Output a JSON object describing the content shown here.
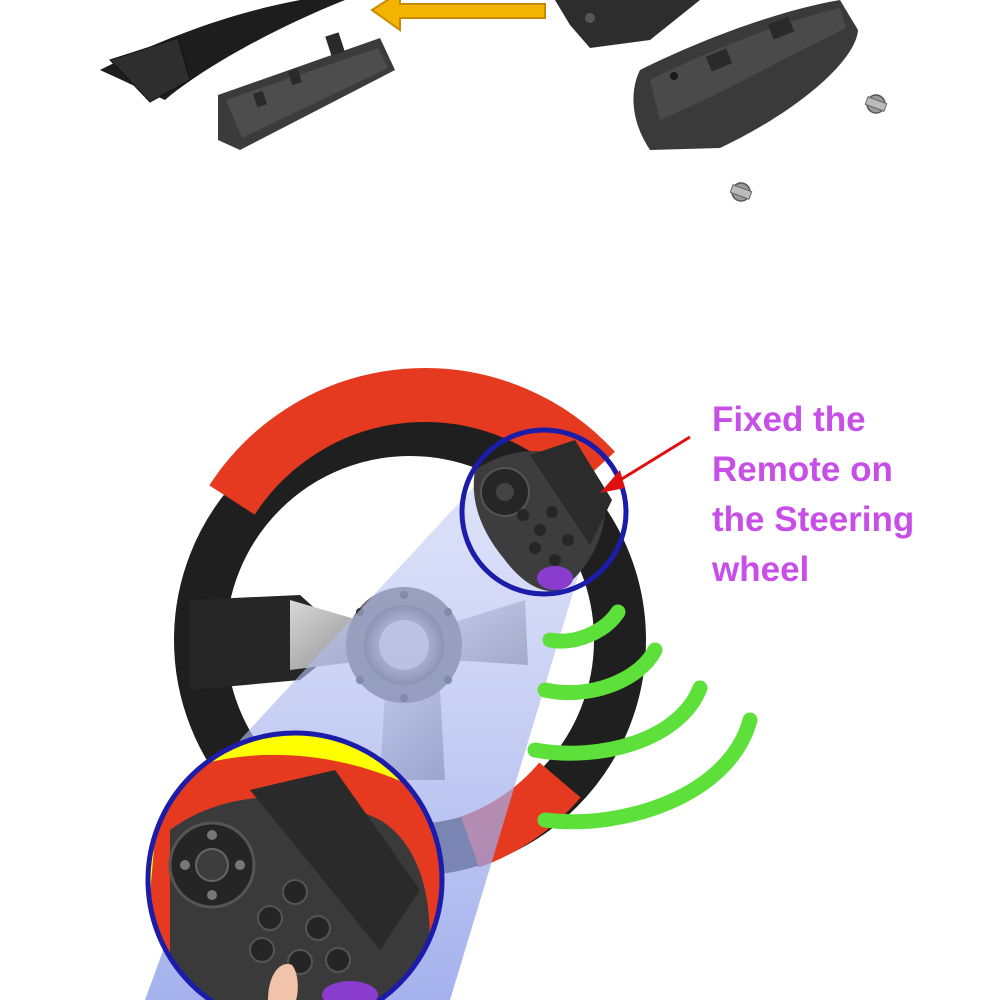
{
  "caption": {
    "lines": [
      "Fixed the",
      "Remote on",
      "the Steering",
      "wheel"
    ],
    "color": "#c84ee8"
  },
  "colors": {
    "wheel_red": "#e53a1f",
    "wheel_black": "#1f1f1f",
    "highlight_ring": "#1c1caa",
    "pointer_arrow": "#e01010",
    "assembly_arrow": "#f2b400",
    "signal_waves": "#5ee03a",
    "inset_background": "#ffff00",
    "beam": "#a9b6f0",
    "remote_button_accent": "#8a3ccf"
  },
  "icons": [
    "left-arrow-icon",
    "pointer-arrow-icon",
    "wireless-signal-icon",
    "screw-icon"
  ]
}
